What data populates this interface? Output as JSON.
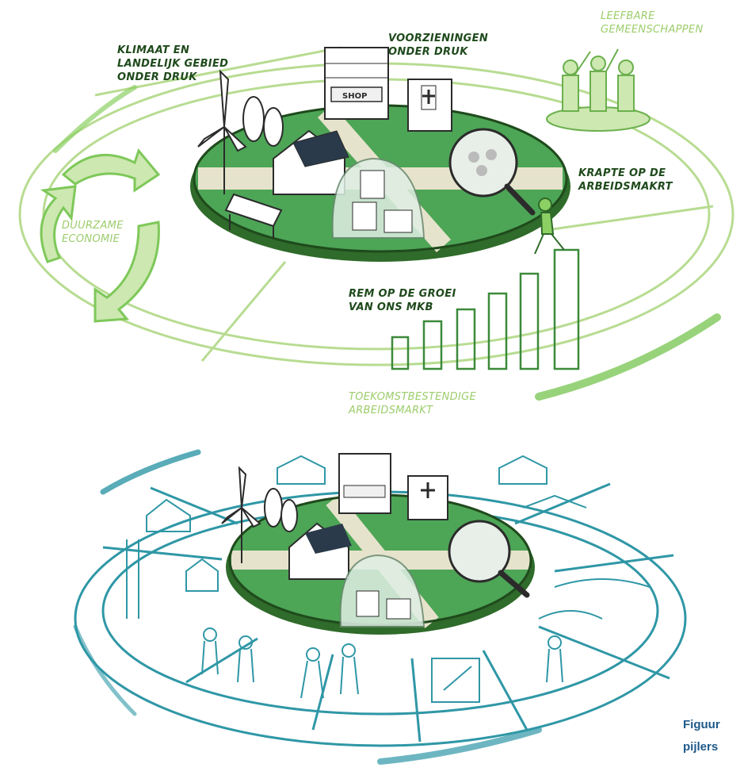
{
  "labels": {
    "klimaat": "KLIMAAT EN\nLANDELIJK GEBIED\nONDER DRUK",
    "voorzieningen": "VOORZIENINGEN\nONDER DRUK",
    "leefbare": "LEEFBARE\nGEMEENSCHAPPEN",
    "duurzame": "DUURZAME\nECONOMIE",
    "krapte": "KRAPTE OP DE\nARBEIDSMAKRT",
    "rem": "REM OP DE GROEI\nVAN ONS MKB",
    "toekomst": "TOEKOMSTBESTENDIGE\nARBEIDSMARKT",
    "shop_sign": "SHOP"
  },
  "caption": "Figuur\npijlers",
  "colors": {
    "green_dark": "#2f6b2a",
    "green_mid": "#4da556",
    "green_light": "#9ccd6c",
    "teal": "#2f97a6",
    "caption": "#1e5a8a"
  }
}
